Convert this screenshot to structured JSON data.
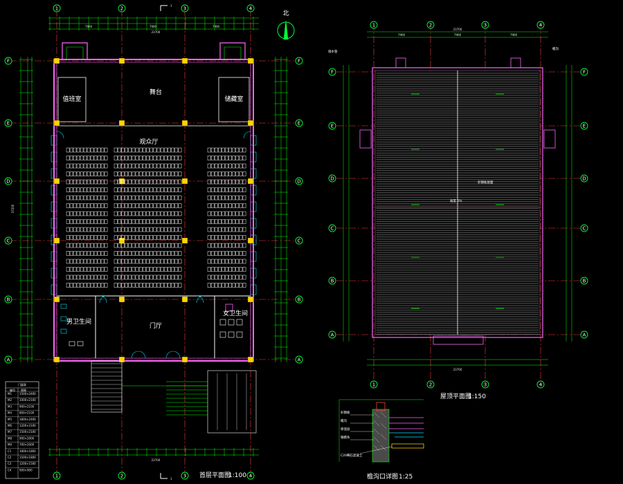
{
  "colors": {
    "background": "#000000",
    "axis_line": "#ff3b3b",
    "wall": "#ff66ff",
    "dimension": "#00ff00",
    "bubble": "#00ff33",
    "text": "#ffffff",
    "seat": "#ffffff",
    "roof": "#9a9a9a",
    "accent": "#ffd400",
    "cyan": "#00e5ff"
  },
  "floor_plan": {
    "title": "首层平面图",
    "scale": "1:100",
    "col_axes": [
      "1",
      "2",
      "3",
      "4"
    ],
    "row_axes": [
      "F",
      "E",
      "D",
      "C",
      "B",
      "A"
    ],
    "section_mark": "1",
    "rooms": {
      "assembly_hall": "观众厅",
      "stage_room": "舞台",
      "lobby": "门厅",
      "duty_room": "值班室",
      "storage": "储藏室",
      "toilet_left": "男卫生间",
      "toilet_right": "女卫生间"
    },
    "dims": {
      "total_width": "23700",
      "bay_1": "7900",
      "bay_2": "7900",
      "bay_3": "7900",
      "total_depth": "37200"
    }
  },
  "roof_plan": {
    "title": "屋顶平面图",
    "scale": "1:150",
    "col_axes": [
      "1",
      "2",
      "3",
      "4"
    ],
    "row_axes": [
      "F",
      "E",
      "D",
      "C",
      "B",
      "A"
    ],
    "notes": [
      "彩钢板屋面",
      "坡度 5%",
      "雨水管",
      "檐沟"
    ],
    "dims": {
      "total_width": "23700",
      "bay": "7900"
    }
  },
  "detail": {
    "title": "檐沟口详图",
    "scale": "1:25",
    "notes": [
      "彩钢板",
      "檐沟",
      "保温层",
      "钢檩条",
      "C20细石混凝土"
    ]
  },
  "schedule": {
    "title": "门窗表",
    "columns": [
      "编号",
      "规格"
    ],
    "rows": [
      [
        "M1",
        "1500×2400"
      ],
      [
        "M2",
        "1000×2100"
      ],
      [
        "M3",
        "900×2100"
      ],
      [
        "M4",
        "800×2100"
      ],
      [
        "M5",
        "1800×2400"
      ],
      [
        "M6",
        "1200×2100"
      ],
      [
        "M7",
        "1500×2100"
      ],
      [
        "M8",
        "900×2000"
      ],
      [
        "M9",
        "700×2000"
      ],
      [
        "C1",
        "1800×1800"
      ],
      [
        "C2",
        "1500×1800"
      ],
      [
        "C3",
        "1200×1500"
      ],
      [
        "C4",
        "900×900"
      ]
    ]
  },
  "north_label": "北"
}
